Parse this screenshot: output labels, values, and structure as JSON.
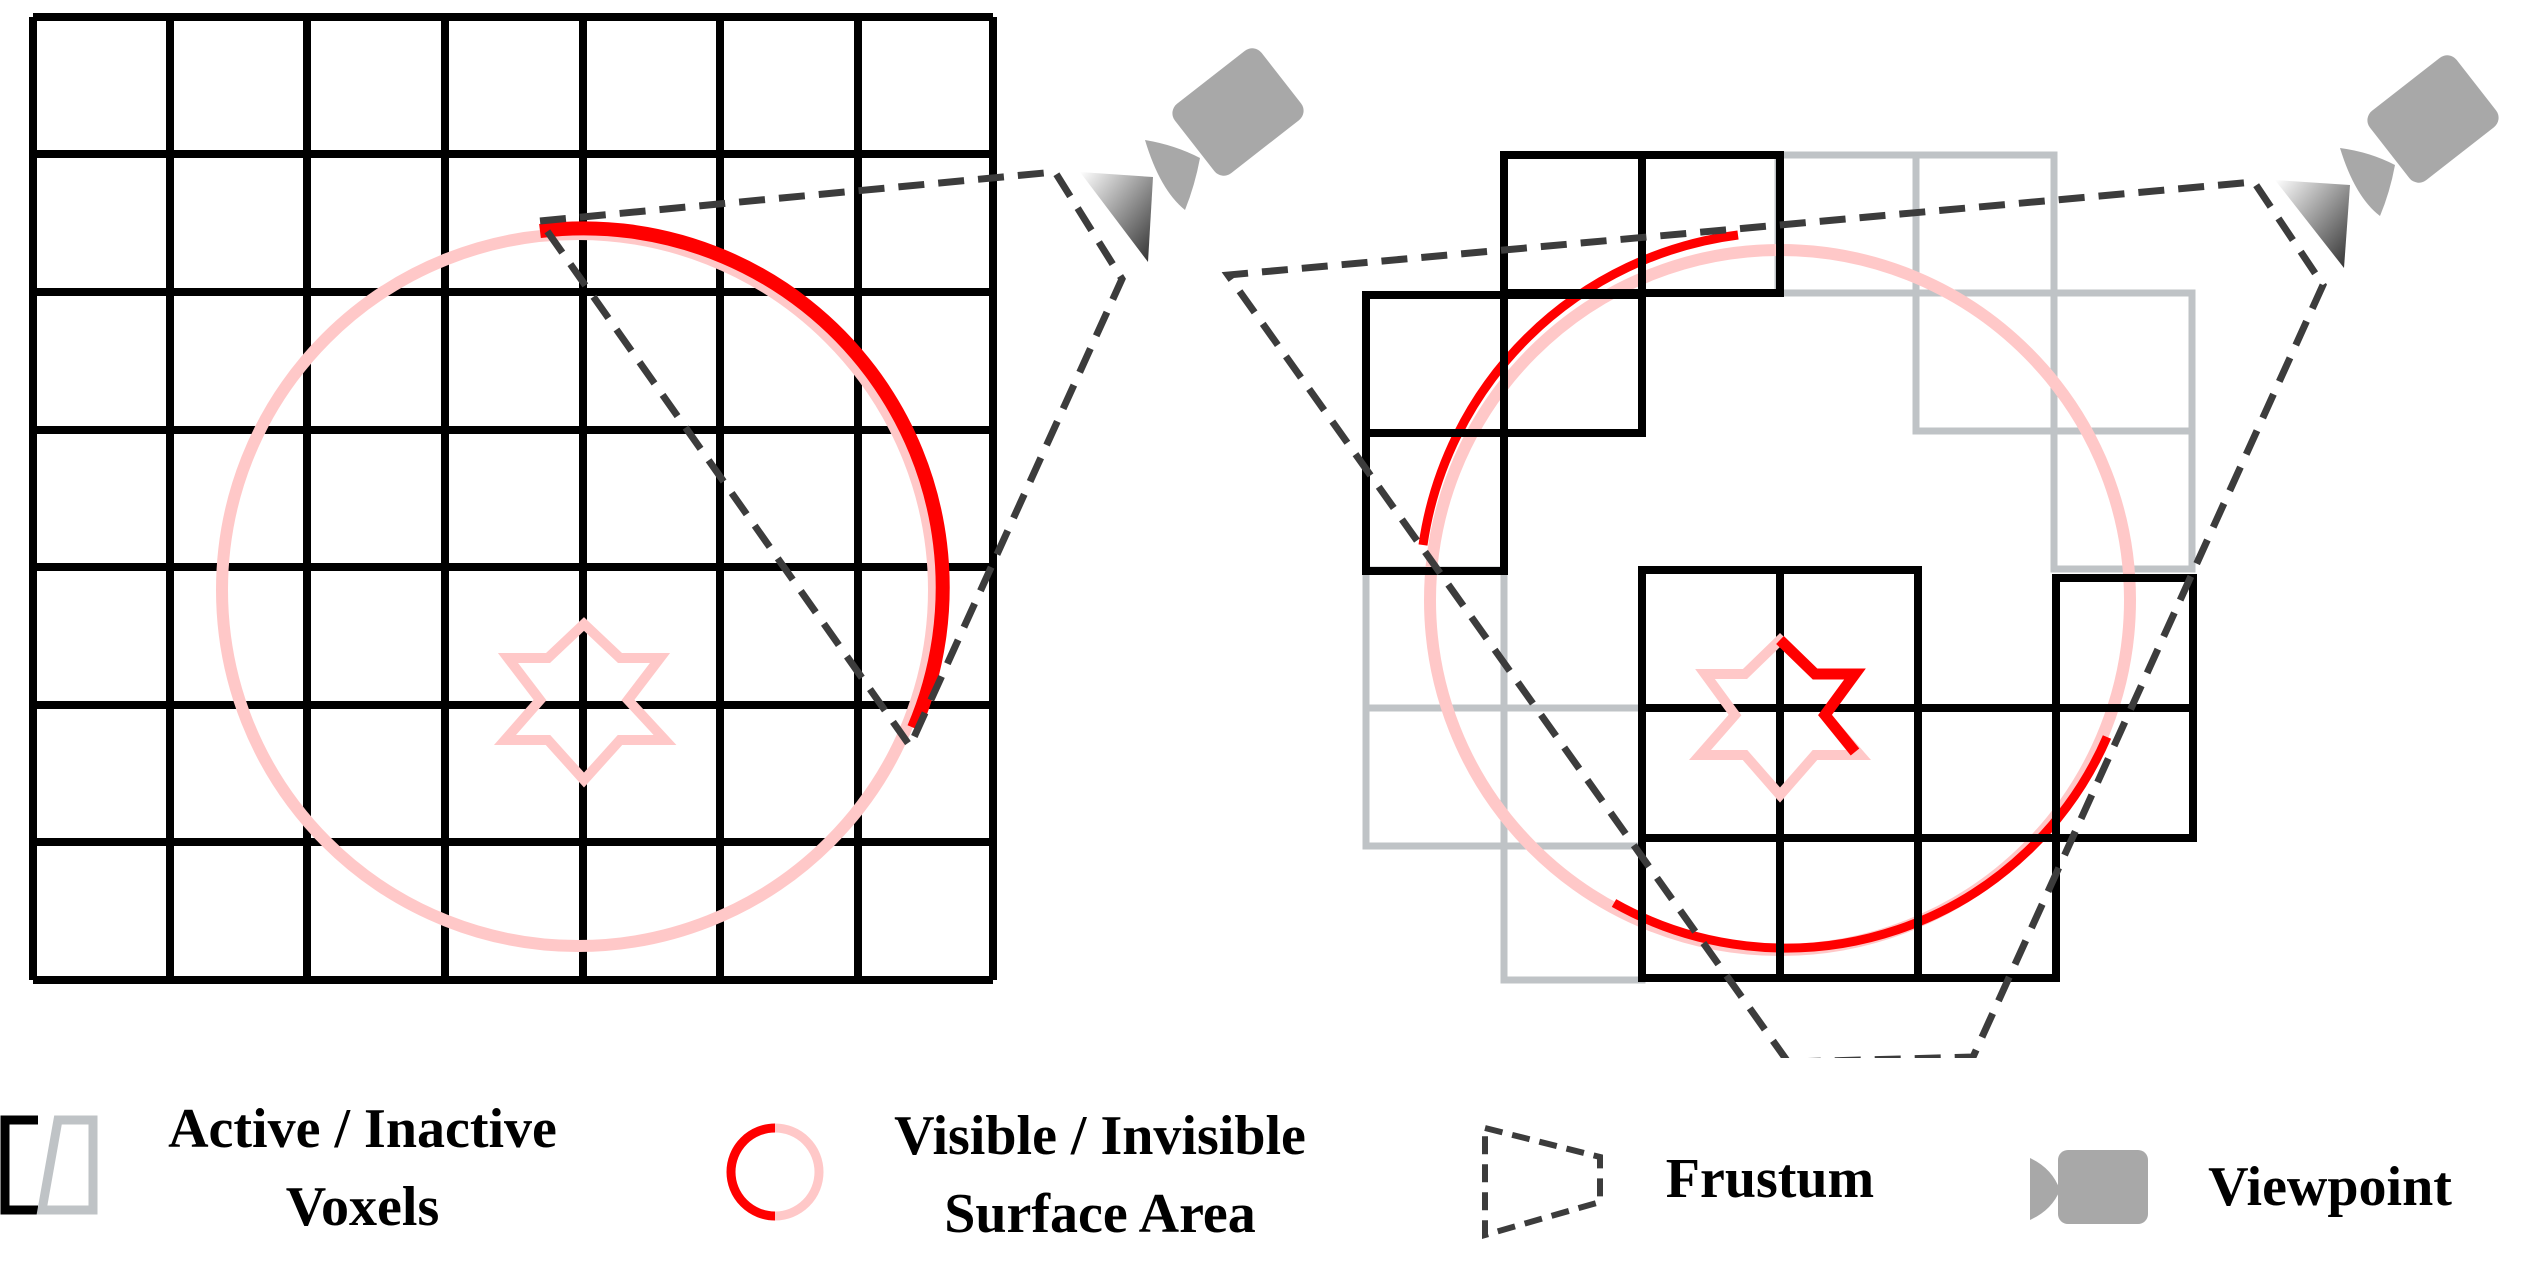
{
  "legend": {
    "voxels_line1": "Active / Inactive",
    "voxels_line2": "Voxels",
    "surface_line1": "Visible / Invisible",
    "surface_line2": "Surface Area",
    "frustum": "Frustum",
    "viewpoint": "Viewpoint"
  },
  "colors": {
    "active_voxel": "#000000",
    "inactive_voxel": "#bfc3c6",
    "visible_surface": "#ff0000",
    "invisible_surface": "#ffc8c8",
    "frustum": "#404040",
    "viewpoint": "#a8a8a8"
  },
  "icons": {
    "camera": "camera-icon",
    "star": "six-point-star-icon"
  }
}
